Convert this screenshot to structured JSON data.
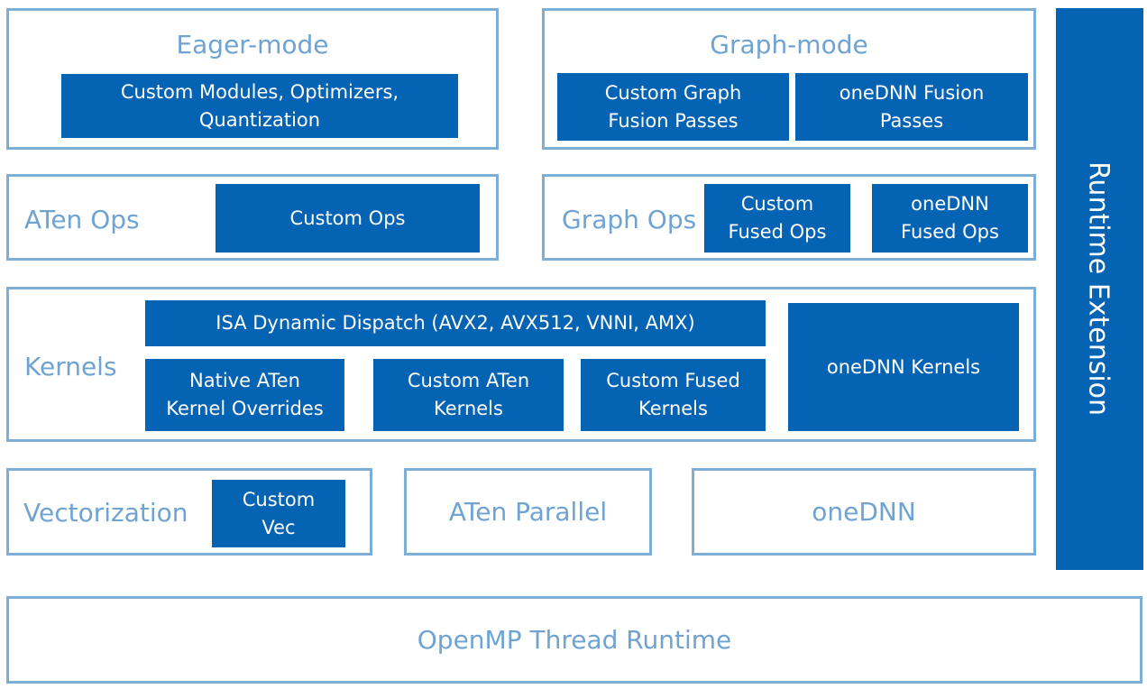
{
  "eager": {
    "title": "Eager-mode",
    "custom_modules": "Custom Modules, Optimizers,\nQuantization"
  },
  "graph": {
    "title": "Graph-mode",
    "custom_passes": "Custom Graph\nFusion Passes",
    "onednn_passes": "oneDNN Fusion\nPasses"
  },
  "aten_ops": {
    "title": "ATen Ops",
    "custom_ops": "Custom Ops"
  },
  "graph_ops": {
    "title": "Graph Ops",
    "custom_fused": "Custom\nFused Ops",
    "onednn_fused": "oneDNN\nFused Ops"
  },
  "kernels": {
    "title": "Kernels",
    "isa": "ISA Dynamic Dispatch (AVX2, AVX512, VNNI, AMX)",
    "native": "Native ATen\nKernel Overrides",
    "custom_aten": "Custom ATen\nKernels",
    "custom_fused": "Custom Fused\nKernels",
    "onednn": "oneDNN Kernels"
  },
  "vectorization": {
    "title": "Vectorization",
    "custom_vec": "Custom\nVec"
  },
  "aten_parallel": {
    "title": "ATen Parallel"
  },
  "onednn_lib": {
    "title": "oneDNN"
  },
  "openmp": {
    "title": "OpenMP Thread Runtime"
  },
  "runtime_extension": {
    "title": "Runtime Extension"
  },
  "colors": {
    "frame_border": "#7eadd6",
    "label_text": "#6fa3d2",
    "box_fill": "#0563b3"
  }
}
